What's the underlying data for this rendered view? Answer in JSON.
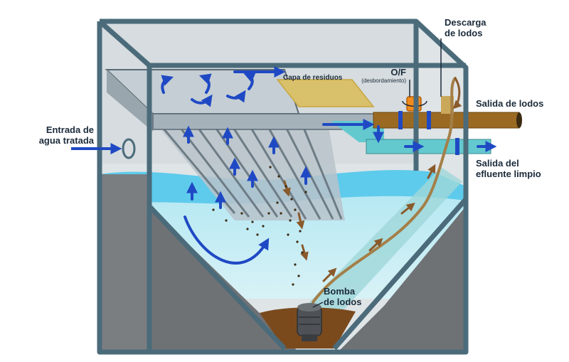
{
  "labels": {
    "inlet_line1": "Entrada de",
    "inlet_line2": "agua tratada",
    "sludge_layer": "Capa de residuos",
    "overflow_title": "O/F",
    "overflow_sub": "(desbordamiento)",
    "sludge_discharge_line1": "Descarga",
    "sludge_discharge_line2": "de lodos",
    "sludge_outlet": "Salida de lodos",
    "effluent_line1": "Salida del",
    "effluent_line2": "efluente limpio",
    "pump_line1": "Bomba",
    "pump_line2": "de lodos"
  },
  "icons": [
    "inlet-ring-icon",
    "valve-icon",
    "pump-icon"
  ],
  "colors": {
    "frame": "#4b6b7a",
    "water": "#7fd6ea",
    "water_surface": "#3ec0e6",
    "plates": "#a7b3bc",
    "flow_arrows": "#1f49c4",
    "sludge": "#8a5a2b",
    "sludge_pipe": "#9b6a22",
    "effluent_pipe": "#63c9cf",
    "sludge_layer": "#d9c06a",
    "overflow_valve": "#f08a1c"
  }
}
